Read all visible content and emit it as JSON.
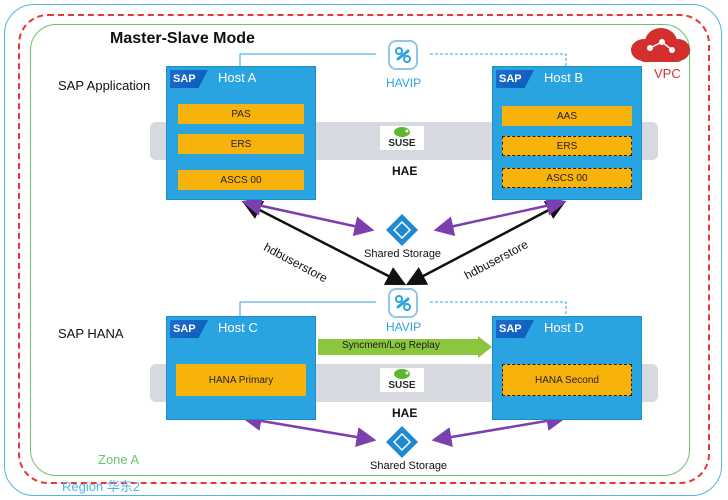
{
  "title": "Master-Slave Mode",
  "cloud": {
    "label": "VPC"
  },
  "region": {
    "label": "Region 华东2"
  },
  "zone": {
    "label": "Zone A"
  },
  "sections": {
    "app": "SAP Application",
    "hana": "SAP HANA"
  },
  "app_tier": {
    "havip": "HAVIP",
    "hae": "HAE",
    "suse": "SUSE",
    "host_a": {
      "title": "Host A",
      "components": [
        "PAS",
        "ERS",
        "ASCS 00"
      ]
    },
    "host_b": {
      "title": "Host B",
      "components": [
        "AAS",
        "ERS",
        "ASCS 00"
      ]
    },
    "shared_storage": "Shared  Storage",
    "hdbuserstore_left": "hdbuserstore",
    "hdbuserstore_right": "hdbuserstore"
  },
  "hana_tier": {
    "havip": "HAVIP",
    "hae": "HAE",
    "suse": "SUSE",
    "host_c": {
      "title": "Host C",
      "component": "HANA Primary"
    },
    "host_d": {
      "title": "Host D",
      "component": "HANA Second"
    },
    "replication": "Syncmem/Log Replay",
    "shared_storage": "Shared Storage"
  },
  "sap_logo": "SAP",
  "colors": {
    "host": "#2aa4e0",
    "component": "#f7b20b",
    "vpc": "#e53935",
    "zone": "#6cc26c",
    "region": "#55b4e0",
    "arrow_purple": "#7b3fb0",
    "replication": "#8cc63f"
  },
  "icons": [
    "cloud-icon",
    "havip-icon",
    "suse-chameleon-icon",
    "shared-storage-icon"
  ]
}
